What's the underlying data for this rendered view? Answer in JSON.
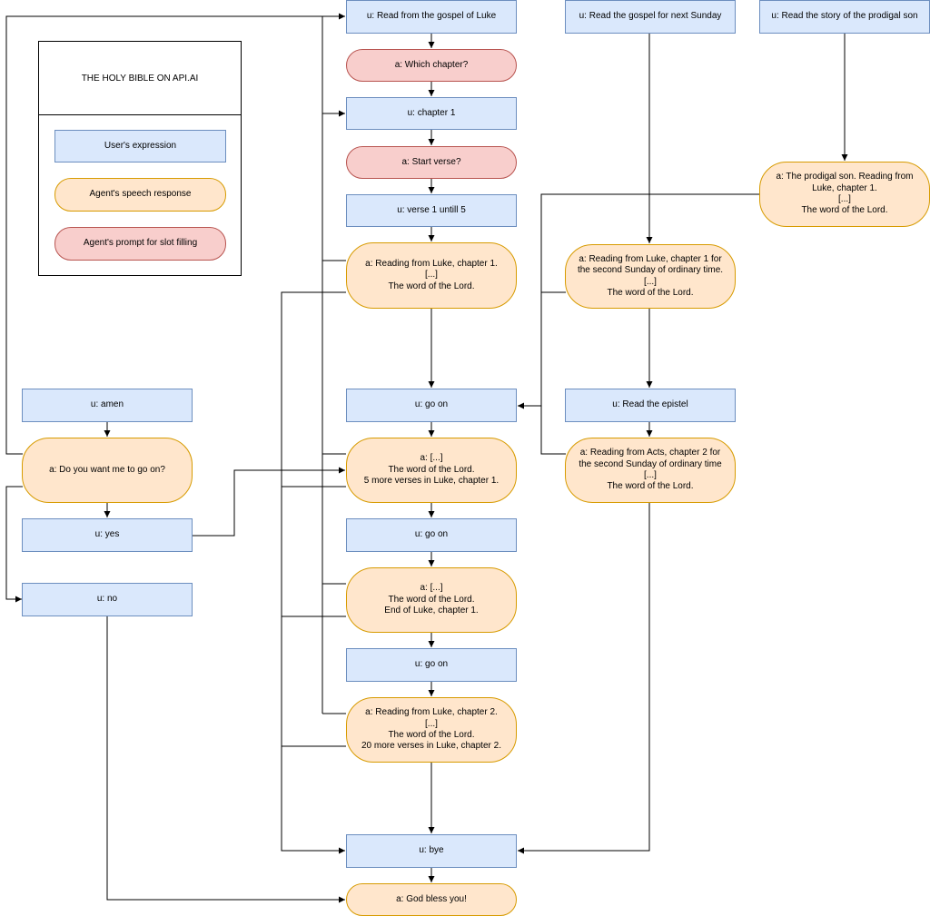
{
  "legend": {
    "title": "THE HOLY BIBLE ON API.AI",
    "user_expression": "User's expression",
    "speech_response": "Agent's speech response",
    "slot_prompt": "Agent's prompt for slot filling"
  },
  "nodes": {
    "read_gospel_luke": "u: Read from the gospel of Luke",
    "which_chapter": "a: Which chapter?",
    "chapter_1": "u: chapter 1",
    "start_verse": "a: Start verse?",
    "verse_1_until_5": "u: verse 1 untill 5",
    "reading_luke_ch1": "a: Reading from Luke, chapter 1.\n[...]\nThe word of the Lord.",
    "go_on_1": "u: go on",
    "more_verses_luke_ch1": "a: [...]\nThe word of the Lord.\n5 more verses in Luke, chapter 1.",
    "go_on_2": "u: go on",
    "end_luke_ch1": "a: [...]\nThe word of the Lord.\nEnd of Luke, chapter 1.",
    "go_on_3": "u: go on",
    "reading_luke_ch2": "a: Reading from Luke, chapter 2.\n[...]\nThe word of the Lord.\n20 more verses in Luke, chapter 2.",
    "bye": "u: bye",
    "god_bless": "a: God bless you!",
    "read_gospel_next_sunday": "u: Read the gospel for next Sunday",
    "reading_luke_second_sunday": "a: Reading from Luke, chapter 1 for\nthe second Sunday of ordinary time.\n[...]\nThe word of the Lord.",
    "read_epistel": "u: Read the epistel",
    "reading_acts": "a: Reading from Acts, chapter 2 for\nthe second Sunday of ordinary time\n[...]\nThe word of the Lord.",
    "read_prodigal_son": "u: Read the story of the prodigal son",
    "prodigal_son_response": "a: The prodigal son. Reading from\nLuke, chapter 1.\n[...]\nThe word of the Lord.",
    "amen": "u: amen",
    "want_go_on": "a: Do you want me to go on?",
    "yes": "u: yes",
    "no": "u: no"
  },
  "colors": {
    "user_fill": "#dae8fc",
    "user_stroke": "#6c8ebf",
    "response_fill": "#ffe6cc",
    "response_stroke": "#d79b00",
    "prompt_fill": "#f8cecc",
    "prompt_stroke": "#b85450",
    "edge": "#000000"
  }
}
